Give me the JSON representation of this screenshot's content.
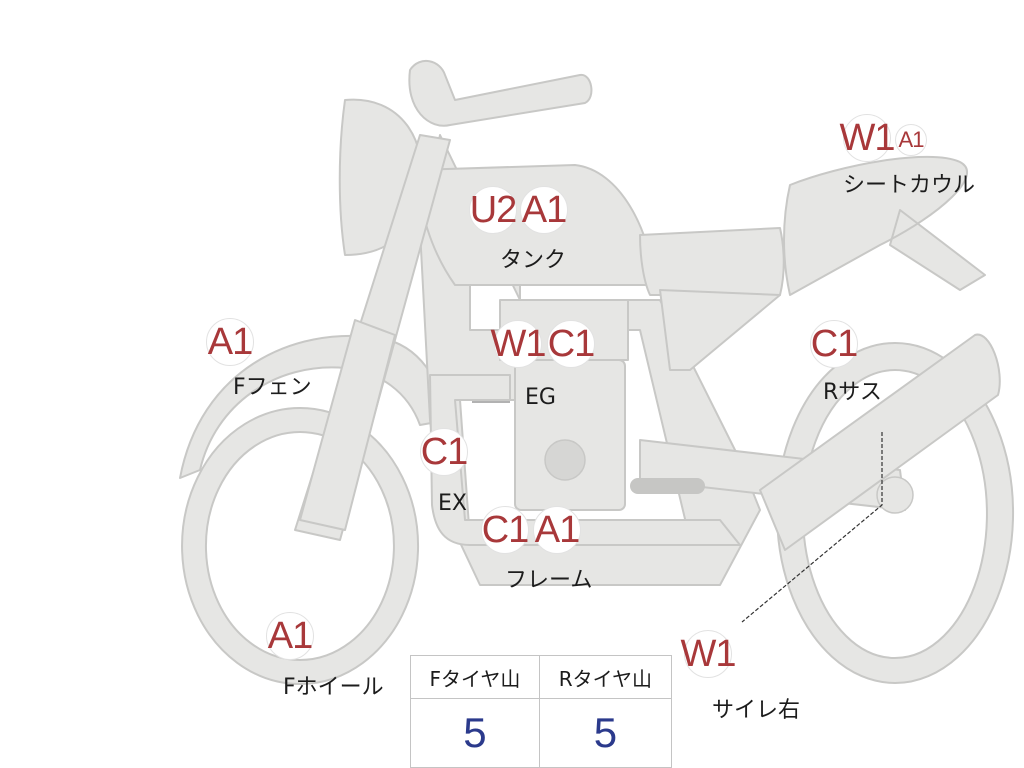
{
  "parts": [
    {
      "id": "tank",
      "codes": [
        "U2",
        "A1"
      ],
      "label": "タンク"
    },
    {
      "id": "seat-cowl",
      "codes": [
        "W1",
        "A1"
      ],
      "label": "シートカウル"
    },
    {
      "id": "front-fender",
      "codes": [
        "A1"
      ],
      "label": "Fフェン"
    },
    {
      "id": "engine",
      "codes": [
        "W1",
        "C1"
      ],
      "label": "EG"
    },
    {
      "id": "rear-suspension",
      "codes": [
        "C1"
      ],
      "label": "Rサス"
    },
    {
      "id": "exhaust",
      "codes": [
        "C1"
      ],
      "label": "EX"
    },
    {
      "id": "frame",
      "codes": [
        "C1",
        "A1"
      ],
      "label": "フレーム"
    },
    {
      "id": "front-wheel",
      "codes": [
        "A1"
      ],
      "label": "Fホイール"
    },
    {
      "id": "silencer-right",
      "codes": [
        "W1"
      ],
      "label": "サイレ右"
    }
  ],
  "tire_table": {
    "headers": [
      "Fタイヤ山",
      "Rタイヤ山"
    ],
    "values": [
      "5",
      "5"
    ]
  },
  "colors": {
    "body_fill": "#e6e6e4",
    "body_stroke": "#c8c8c6",
    "code_text": "#a8383a",
    "value_text": "#2b3a8c"
  }
}
